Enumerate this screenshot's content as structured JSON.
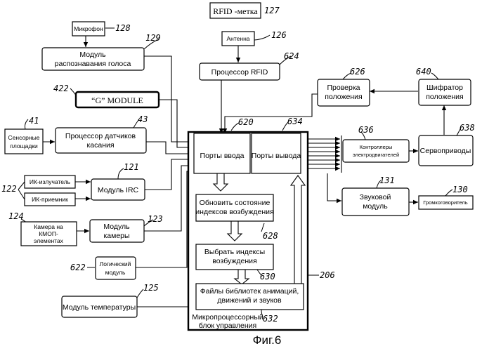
{
  "figure": {
    "caption": "Фиг.6"
  },
  "blocks": {
    "rfid_tag": {
      "text": "RFID -метка",
      "ref": "127"
    },
    "microphone": {
      "text": "Микрофон",
      "ref": "128"
    },
    "voice_module": {
      "line1": "Модуль",
      "line2": "распознавания голоса",
      "ref": "129"
    },
    "antenna": {
      "text": "Антенна",
      "ref": "126"
    },
    "rfid_processor": {
      "text": "Процессор RFID",
      "ref": "624"
    },
    "g_module": {
      "text": "“G” MODULE",
      "ref": "422"
    },
    "touch_pads": {
      "line1": "Сенсорные",
      "line2": "площадки",
      "ref": "41"
    },
    "touch_processor": {
      "line1": "Процессор датчиков",
      "line2": "касания",
      "ref": "43"
    },
    "ir_emitter": {
      "text": "ИК-излучатель"
    },
    "ir_receiver": {
      "text": "ИК-приемник"
    },
    "ir_ref": "122",
    "irc_module": {
      "text": "Модуль IRC",
      "ref": "121"
    },
    "cmos_camera": {
      "line1": "Камера на",
      "line2": "КМОП-",
      "line3": "элементах",
      "ref": "124"
    },
    "camera_module": {
      "line1": "Модуль",
      "line2": "камеры",
      "ref": "123"
    },
    "logic_module": {
      "line1": "Логический",
      "line2": "модуль",
      "ref": "622"
    },
    "temp_module": {
      "text": "Модуль температуры",
      "ref": "125"
    },
    "input_ports": {
      "text": "Порты ввода",
      "ref": "620"
    },
    "output_ports": {
      "text": "Порты вывода",
      "ref": "634"
    },
    "update_state": {
      "line1": "Обновить состояние",
      "line2": "индексов возбуждения",
      "ref": "628"
    },
    "select_indices": {
      "line1": "Выбрать индексы",
      "line2": "возбуждения",
      "ref": "630"
    },
    "library_files": {
      "line1": "Файлы библиотек анимаций,",
      "line2": "движений и звуков",
      "ref": "632"
    },
    "mcu": {
      "line1": "Микропроцессорный",
      "line2": "блок управления",
      "ref": "206"
    },
    "position_check": {
      "line1": "Проверка",
      "line2": "положения",
      "ref": "626"
    },
    "position_encoder": {
      "line1": "Шифратор",
      "line2": "положения",
      "ref": "640"
    },
    "actuator_controllers": {
      "line1": "Контроллеры",
      "line2": "электродвигателей",
      "ref": "636"
    },
    "servo_drives": {
      "text": "Сервоприводы",
      "ref": "638"
    },
    "sound_module": {
      "line1": "Звуковой",
      "line2": "модуль",
      "ref": "131"
    },
    "speaker": {
      "text": "Громкоговоритель",
      "ref": "130"
    }
  }
}
